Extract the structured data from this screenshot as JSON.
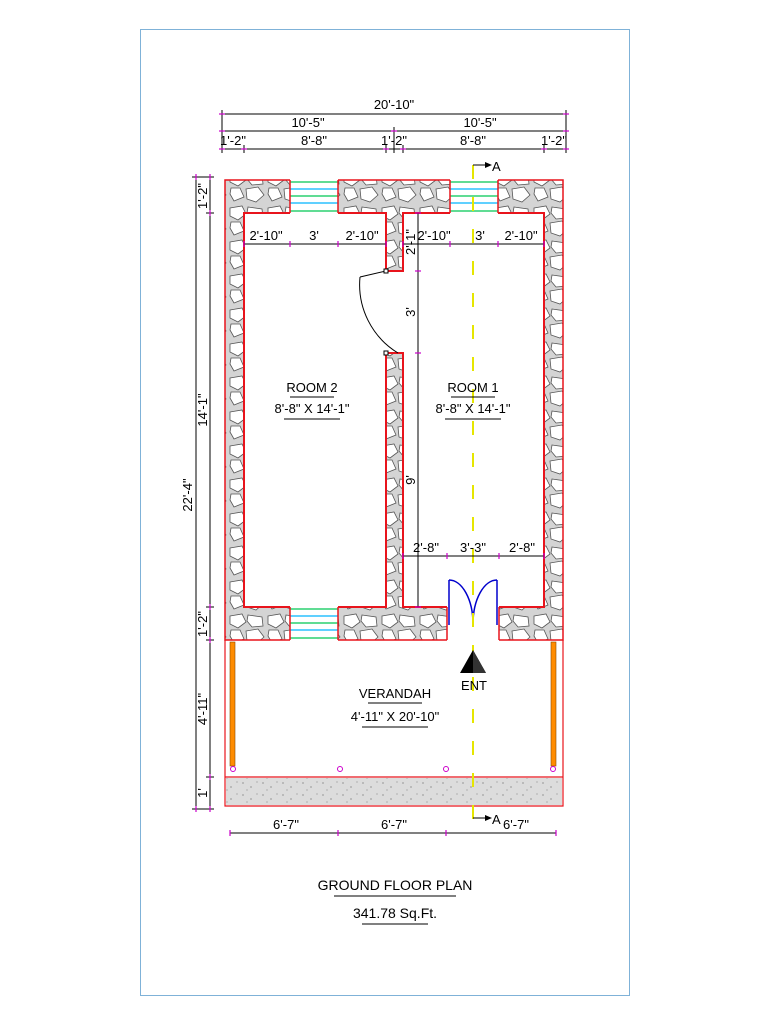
{
  "plan": {
    "title": "GROUND FLOOR PLAN",
    "area": "341.78 Sq.Ft."
  },
  "rooms": {
    "room2": {
      "name": "ROOM 2",
      "size": "8'-8\" X 14'-1\""
    },
    "room1": {
      "name": "ROOM 1",
      "size": "8'-8\" X 14'-1\""
    },
    "verandah": {
      "name": "VERANDAH",
      "size": "4'-11\" X 20'-10\""
    }
  },
  "entrance": {
    "label": "ENT"
  },
  "section_marker": {
    "label": "A"
  },
  "top_dims": {
    "overall": "20'-10\"",
    "half_left": "10'-5\"",
    "half_right": "10'-5\"",
    "segments": [
      "1'-2\"",
      "8'-8\"",
      "1'-2\"",
      "8'-8\"",
      "1'-2\""
    ]
  },
  "left_dims": {
    "overall": "22'-4\"",
    "segments": [
      "1'-2\"",
      "14'-1\"",
      "1'-2\"",
      "4'-11\"",
      "1'"
    ]
  },
  "window_dims": {
    "room2_top": [
      "2'-10\"",
      "3'",
      "2'-10\""
    ],
    "room1_top": [
      "2'-10\"",
      "3'",
      "2'-10\""
    ],
    "room1_bottom": [
      "2'-8\"",
      "3'-3\"",
      "2'-8\""
    ]
  },
  "partition_dims": [
    "2'-1\"",
    "3'",
    "9'"
  ],
  "bottom_dims": [
    "6'-7\"",
    "6'-7\"",
    "6'-7\""
  ],
  "colors": {
    "wall": "#e8141c",
    "dimension": "#000000",
    "tick": "#cc00cc",
    "window": "#00c853",
    "window_blue": "#00b4ff",
    "door": "#0000cc",
    "column": "#ff8c00",
    "centerline": "#e6e600",
    "border": "#7fb2d8"
  }
}
